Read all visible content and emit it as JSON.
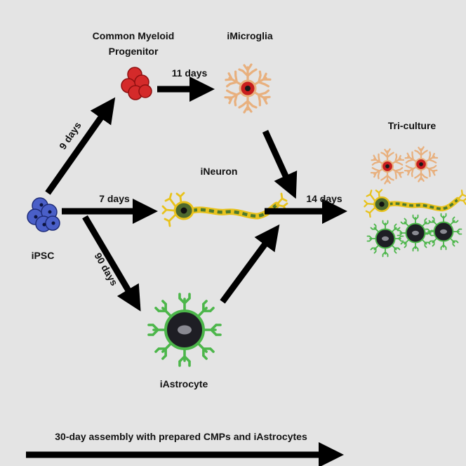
{
  "labels": {
    "cmp_line1": "Common Myeloid",
    "cmp_line2": "Progenitor",
    "microglia": "iMicroglia",
    "neuron": "iNeuron",
    "astrocyte": "iAstrocyte",
    "ipsc": "iPSC",
    "triculture": "Tri-culture"
  },
  "durations": {
    "to_cmp": "9 days",
    "cmp_to_microglia": "11 days",
    "to_neuron": "7 days",
    "to_astrocyte": "90 days",
    "to_triculture": "14 days"
  },
  "footer": {
    "assembly_text": "30-day assembly with prepared CMPs and iAstrocytes"
  },
  "colors": {
    "background": "#e4e4e4",
    "ipsc": "#4a5fc8",
    "cmp": "#d42a2a",
    "microglia_branch": "#e8b07e",
    "neuron_yellow": "#e8c21c",
    "neuron_green": "#4e7a2e",
    "astrocyte_green": "#4cb64a",
    "arrow": "#000000"
  }
}
